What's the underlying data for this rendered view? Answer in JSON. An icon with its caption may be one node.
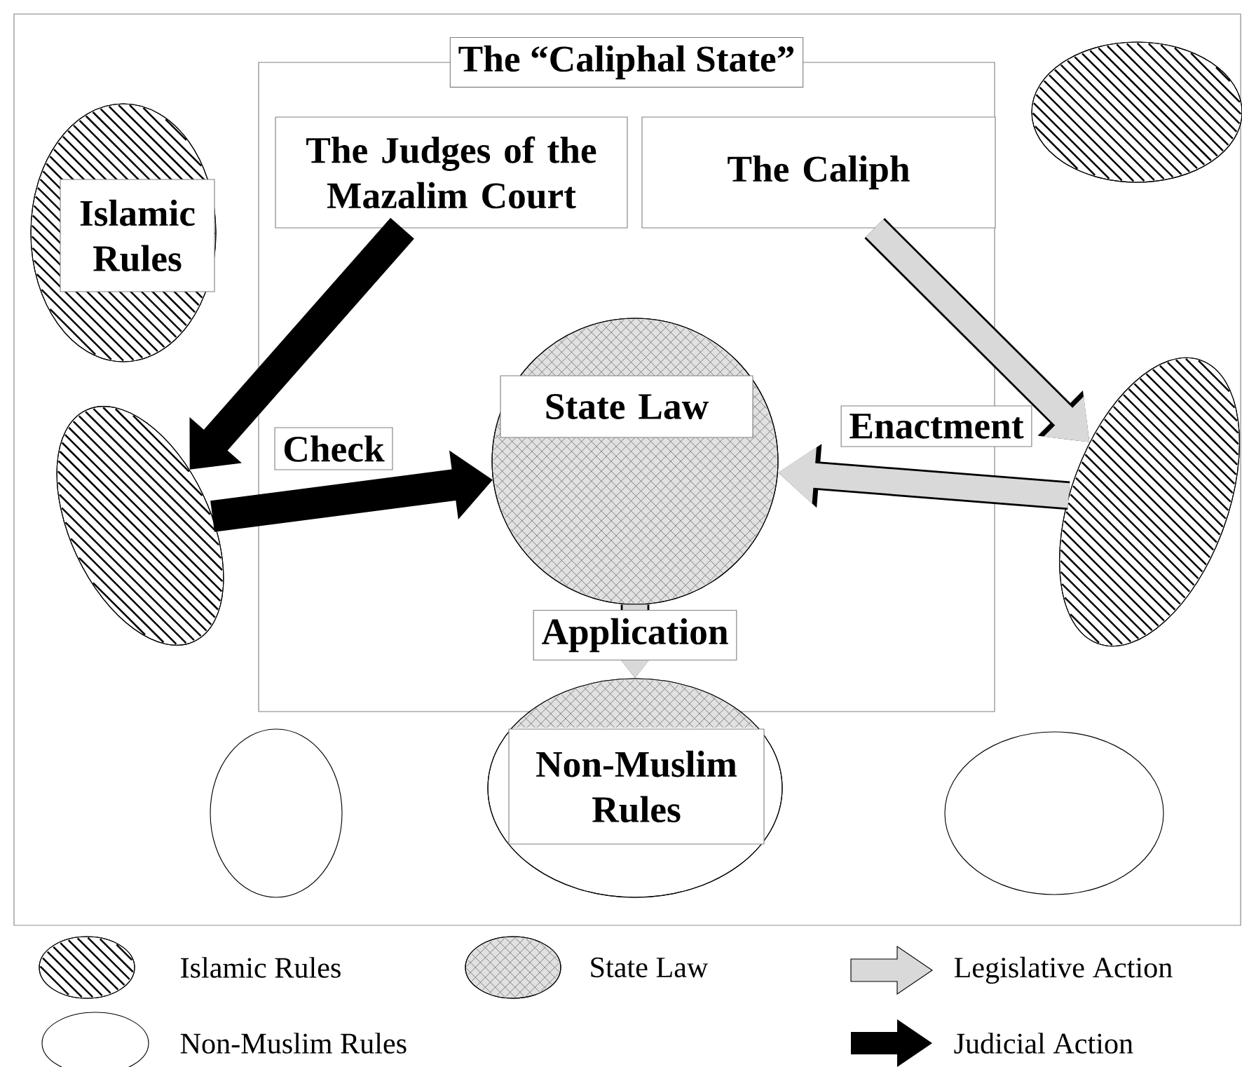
{
  "diagram": {
    "nodes": [
      {
        "text": [
          "The “Caliphal State”"
        ]
      },
      {
        "text": [
          "The Judges of the Mazalim Court"
        ],
        "in": 0
      },
      {
        "text": [
          "The Caliph"
        ],
        "in": 0
      },
      {
        "text": [],
        "shape": "ellipse"
      },
      {
        "text": [
          "Islamic Rules"
        ],
        "in": 3
      },
      {
        "text": [],
        "shape": "ellipse"
      },
      {
        "text": [],
        "shape": "ellipse"
      },
      {
        "text": [],
        "shape": "ellipse"
      },
      {
        "text": [],
        "shape": "circle",
        "in": 0
      },
      {
        "text": [
          "State Law"
        ],
        "in": 8
      },
      {
        "text": [],
        "shape": "ellipse"
      },
      {
        "text": [
          "Non-Muslim Rules"
        ],
        "in": 10
      },
      {
        "text": [],
        "shape": "ellipse"
      },
      {
        "text": [],
        "shape": "ellipse"
      }
    ],
    "edges": [
      {
        "from": 1,
        "to": 6,
        "arrow": "to",
        "color": "#000000"
      },
      {
        "from": 6,
        "to": 8,
        "arrow": "to",
        "color": "#000000",
        "label": "Check"
      },
      {
        "from": 2,
        "to": 7,
        "arrow": "to"
      },
      {
        "from": 7,
        "to": 8,
        "arrow": "to",
        "label": "Enactment"
      },
      {
        "from": 8,
        "to": 10,
        "arrow": "to",
        "label": "Application"
      }
    ],
    "legend": [
      {
        "text": "Islamic Rules"
      },
      {
        "text": "State Law"
      },
      {
        "text": "Legislative Action"
      },
      {
        "text": "Non-Muslim Rules"
      },
      {
        "text": "Judicial Action"
      }
    ]
  }
}
